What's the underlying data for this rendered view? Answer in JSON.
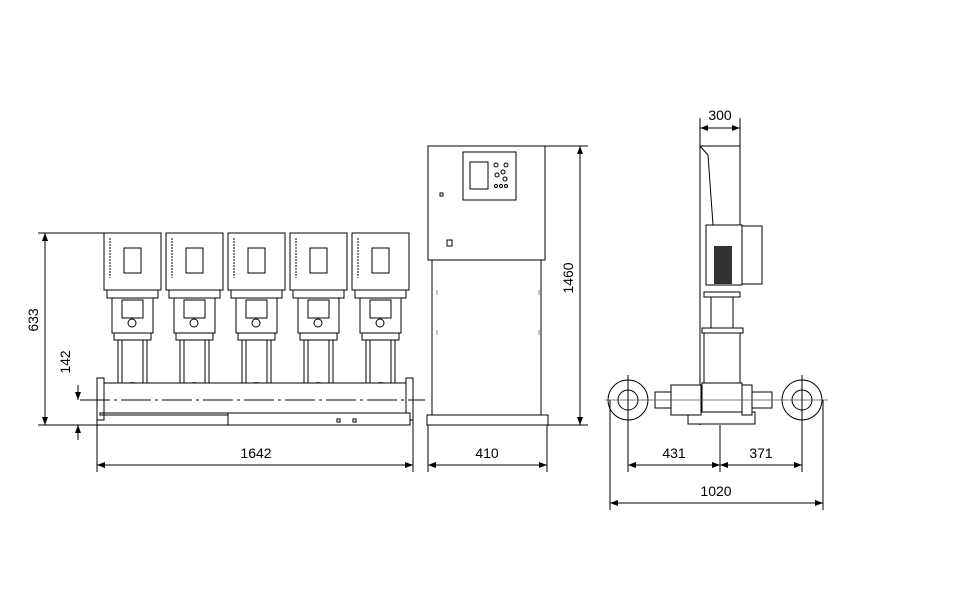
{
  "drawing": {
    "front_view": {
      "pump_count": 5,
      "dim_length": "1642",
      "dim_height": "633",
      "dim_pipe_height": "142"
    },
    "cabinet_view": {
      "dim_width": "410",
      "dim_height": "1460"
    },
    "side_view": {
      "dim_controller_depth": "300",
      "dim_left": "431",
      "dim_right": "371",
      "dim_total": "1020"
    }
  }
}
